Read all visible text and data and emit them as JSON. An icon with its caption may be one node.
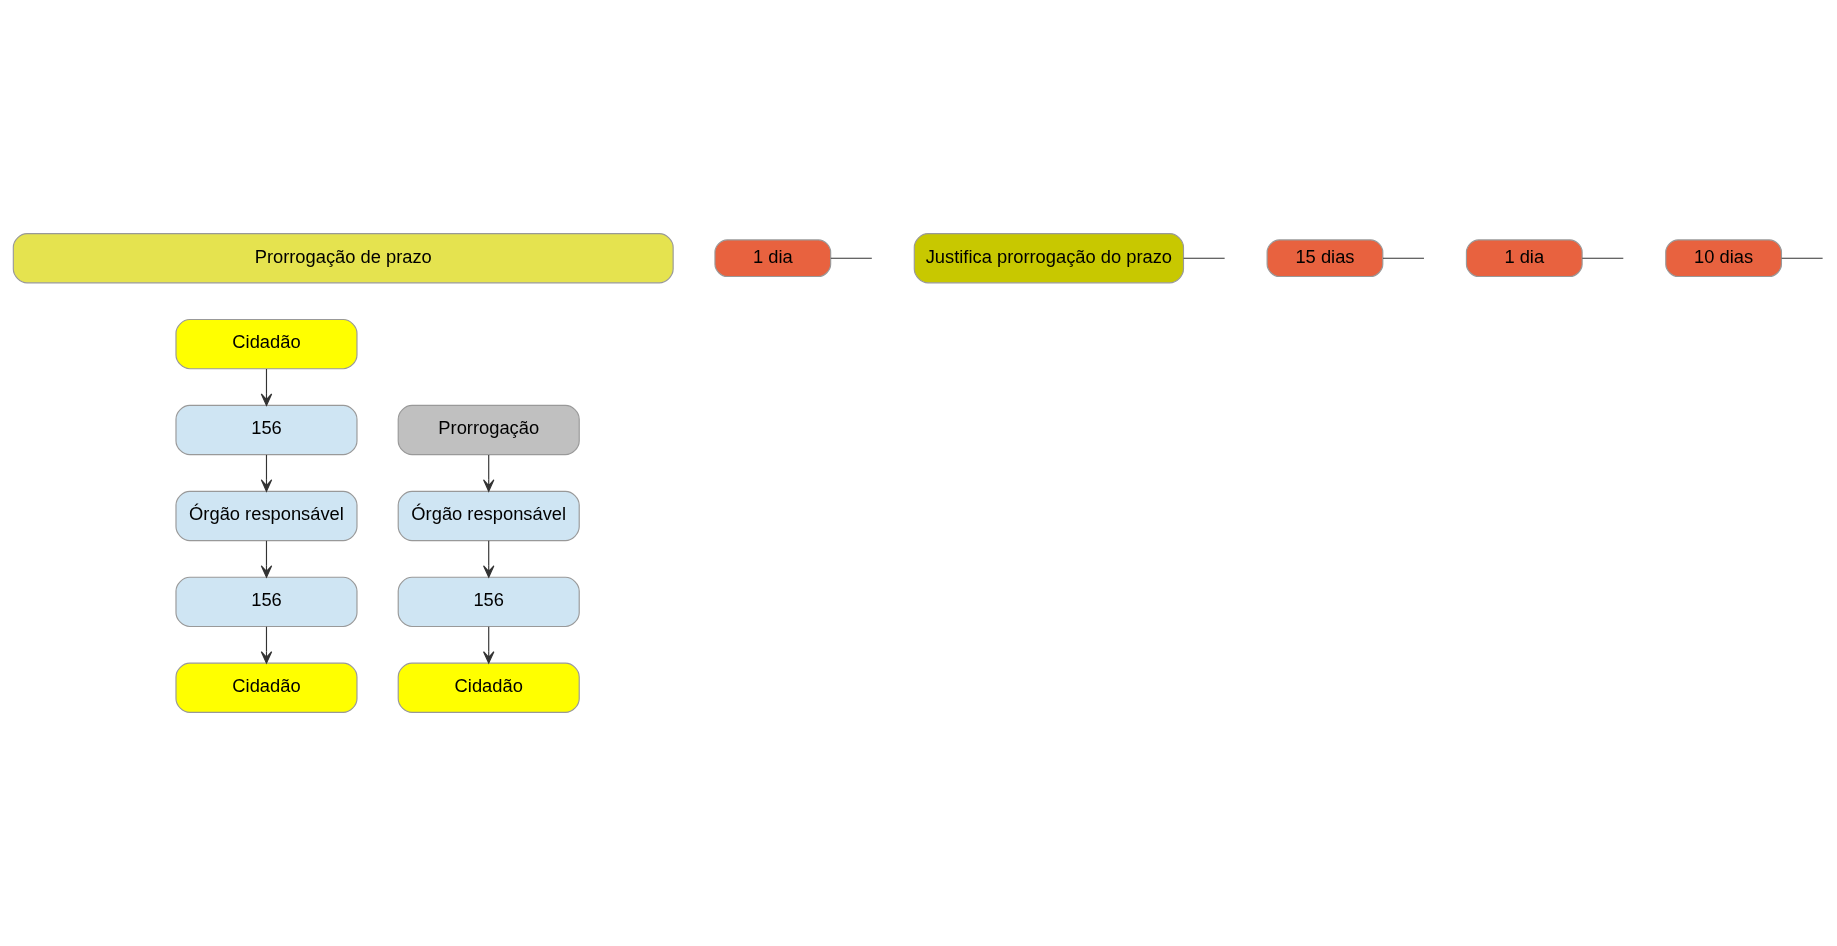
{
  "diagram": {
    "nodes": [
      {
        "text": [
          "Prorrogação de prazo"
        ]
      },
      {
        "text": [
          "Cidadão"
        ]
      },
      {
        "text": [
          "156"
        ]
      },
      {
        "text": [
          "1 dia"
        ]
      },
      {
        "text": [
          "Órgão responsável"
        ]
      },
      {
        "text": [
          "Justifica prorrogação do prazo"
        ]
      },
      {
        "text": [
          "15 dias"
        ]
      },
      {
        "text": [
          "156"
        ]
      },
      {
        "text": [
          "1 dia"
        ]
      },
      {
        "text": [
          "Cidadão"
        ]
      },
      {
        "text": [
          "Prorrogação"
        ]
      },
      {
        "text": [
          "Órgão responsável"
        ]
      },
      {
        "text": [
          "10 dias"
        ]
      },
      {
        "text": [
          "156"
        ]
      },
      {
        "text": [
          "Cidadão"
        ]
      }
    ],
    "edges": [
      {
        "from": 1,
        "to": 2,
        "arrow": "to"
      },
      {
        "from": 2,
        "to": 4,
        "arrow": "to"
      },
      {
        "from": 3,
        "to": null,
        "arrow": "none"
      },
      {
        "from": 4,
        "to": 7,
        "arrow": "to"
      },
      {
        "from": 5,
        "to": null,
        "arrow": "none"
      },
      {
        "from": 6,
        "to": null,
        "arrow": "none"
      },
      {
        "from": 7,
        "to": 9,
        "arrow": "to"
      },
      {
        "from": 8,
        "to": null,
        "arrow": "none"
      },
      {
        "from": 10,
        "to": 11,
        "arrow": "to"
      },
      {
        "from": 11,
        "to": 13,
        "arrow": "to"
      },
      {
        "from": 12,
        "to": null,
        "arrow": "none"
      },
      {
        "from": 13,
        "to": 14,
        "arrow": "to"
      }
    ]
  }
}
